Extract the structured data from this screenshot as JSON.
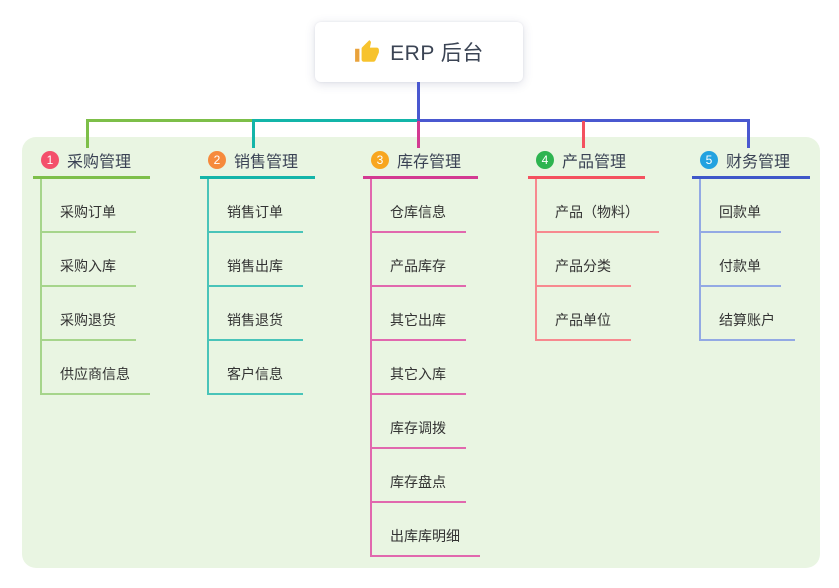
{
  "root": {
    "title": "ERP 后台",
    "icon": "thumbs-up-icon"
  },
  "colors": {
    "page_bg": "#ffffff",
    "panel_bg": "#e9f5e2",
    "root_line": "#4a58d0",
    "root_text": "#3b4454",
    "title_text": "#3a4254",
    "child_text": "#333333",
    "icon_hand": "#f7c32e",
    "icon_sleeve": "#e9a23b"
  },
  "branches": [
    {
      "badge": "1",
      "badge_color": "#f4506b",
      "line_color": "#7dbf49",
      "light_line_color": "#a6d58b",
      "title": "采购管理",
      "children": [
        "采购订单",
        "采购入库",
        "采购退货",
        "供应商信息"
      ]
    },
    {
      "badge": "2",
      "badge_color": "#f68a3c",
      "line_color": "#13b5a9",
      "light_line_color": "#49c4b9",
      "title": "销售管理",
      "children": [
        "销售订单",
        "销售出库",
        "销售退货",
        "客户信息"
      ]
    },
    {
      "badge": "3",
      "badge_color": "#f8a61f",
      "line_color": "#d33a92",
      "light_line_color": "#e168ae",
      "title": "库存管理",
      "children": [
        "仓库信息",
        "产品库存",
        "其它出库",
        "其它入库",
        "库存调拨",
        "库存盘点",
        "出库库明细"
      ]
    },
    {
      "badge": "4",
      "badge_color": "#2eb450",
      "line_color": "#f4515f",
      "light_line_color": "#f7898f",
      "title": "产品管理",
      "children": [
        "产品（物料）",
        "产品分类",
        "产品单位"
      ]
    },
    {
      "badge": "5",
      "badge_color": "#23a2e0",
      "line_color": "#3f57c9",
      "light_line_color": "#93a9e4",
      "title": "财务管理",
      "children": [
        "回款单",
        "付款单",
        "结算账户"
      ]
    }
  ]
}
